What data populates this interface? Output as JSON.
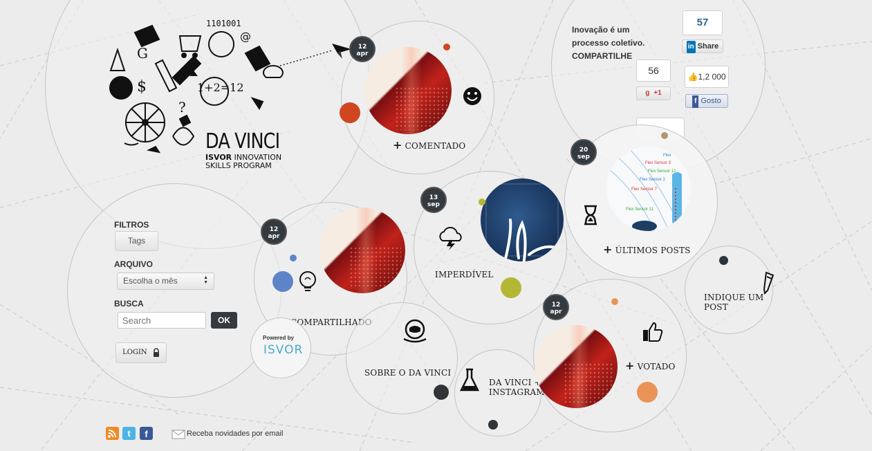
{
  "colors": {
    "background": "#ececec",
    "badge": "#333a40",
    "accent_orange": "#d0471f",
    "accent_blue": "#5d84c8",
    "accent_olive": "#b3b734",
    "accent_peach": "#e99456"
  },
  "logo": {
    "binary": "1101001",
    "equation": "1+2=12",
    "title": "DA VINCI",
    "subtitle_bold": "ISVOR",
    "subtitle_rest": " INNOVATION",
    "subtitle_line2": "SKILLS PROGRAM"
  },
  "share_block": {
    "tagline_line1": "Inovação é um",
    "tagline_line2": "processo coletivo.",
    "tagline_line3": "COMPARTILHE",
    "linkedin_count": "57",
    "linkedin_label": "Share",
    "gplus_count": "56",
    "gplus_label": "+1",
    "facebook_count": "1,2 000",
    "facebook_label": "Gosto"
  },
  "posts": [
    {
      "date_day": "12",
      "date_month": "apr",
      "label": "COMENTADO"
    },
    {
      "date_day": "20",
      "date_month": "sep",
      "label": "ÚLTIMOS POSTS"
    },
    {
      "date_day": "12",
      "date_month": "apr",
      "label": "COMPARTILHADO"
    },
    {
      "date_day": "13",
      "date_month": "sep",
      "label": "IMPERDÍVEL"
    },
    {
      "date_day": "12",
      "date_month": "apr",
      "label": "VOTADO"
    }
  ],
  "nav": {
    "sobre": "SOBRE O DA VINCI",
    "instagram_line1": "DA VINCI +",
    "instagram_line2": "INSTAGRAM",
    "indique_line1": "INDIQUE UM",
    "indique_line2": "POST"
  },
  "sidebar": {
    "filtros_label": "FILTROS",
    "tags_button": "Tags",
    "arquivo_label": "ARQUIVO",
    "archive_select": "Escolha o mês",
    "busca_label": "BUSCA",
    "search_placeholder": "Search",
    "ok_button": "OK",
    "login_button": "LOGIN"
  },
  "powered": {
    "line1": "Powered by",
    "brand": "ISVOR"
  },
  "sensor_labels": [
    "Flex",
    "Flex Sensor 3",
    "Flex Sensor 12",
    "Flex Sensor 2",
    "Flex Sensor 7",
    "Flex Sensor 11"
  ],
  "footer": {
    "email_text": "Receba novidades por email"
  }
}
